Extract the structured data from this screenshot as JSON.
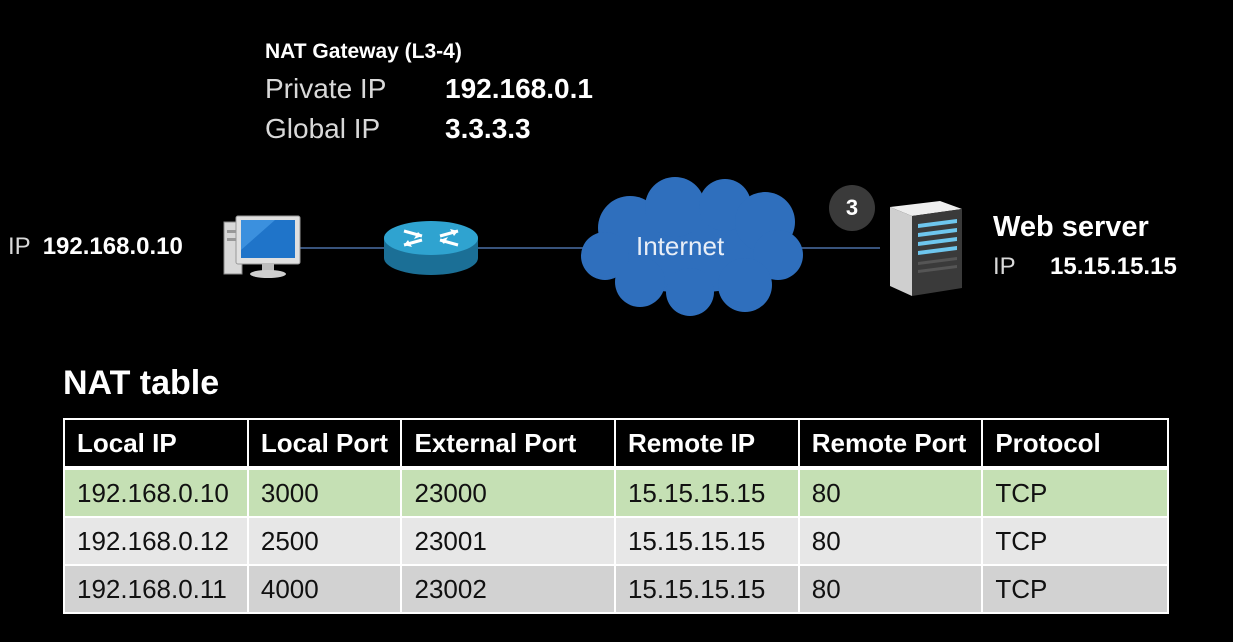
{
  "gateway": {
    "title": "NAT Gateway (L3-4)",
    "private_label": "Private IP",
    "private_value": "192.168.0.1",
    "global_label": "Global IP",
    "global_value": "3.3.3.3"
  },
  "client": {
    "ip_label": "IP",
    "ip_value": "192.168.0.10"
  },
  "internet": {
    "label": "Internet"
  },
  "step_badge": "3",
  "server": {
    "title": "Web server",
    "ip_label": "IP",
    "ip_value": "15.15.15.15"
  },
  "nat_table": {
    "title": "NAT table",
    "headers": [
      "Local IP",
      "Local Port",
      "External Port",
      "Remote IP",
      "Remote Port",
      "Protocol"
    ],
    "rows": [
      [
        "192.168.0.10",
        "3000",
        "23000",
        "15.15.15.15",
        "80",
        "TCP"
      ],
      [
        "192.168.0.12",
        "2500",
        "23001",
        "15.15.15.15",
        "80",
        "TCP"
      ],
      [
        "192.168.0.11",
        "4000",
        "23002",
        "15.15.15.15",
        "80",
        "TCP"
      ]
    ],
    "highlight_color": "#c5e0b4"
  },
  "icons": [
    "desktop-computer-icon",
    "router-icon",
    "cloud-icon",
    "server-icon"
  ]
}
